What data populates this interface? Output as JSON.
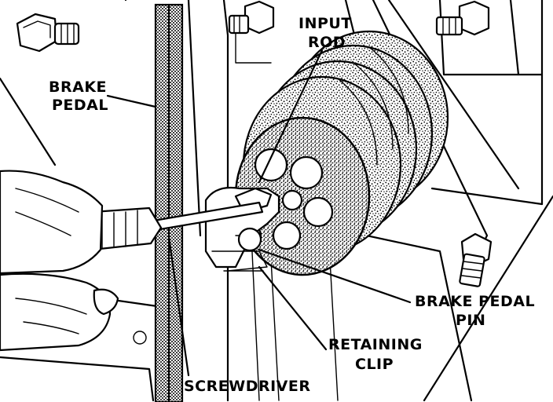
{
  "labels": {
    "brake_pedal_line1": "BRAKE",
    "brake_pedal_line2": "PEDAL",
    "input_rod_line1": "INPUT",
    "input_rod_line2": "ROD",
    "brake_pedal_pin_line1": "BRAKE PEDAL",
    "brake_pedal_pin_line2": "PIN",
    "retaining_clip_line1": "RETAINING",
    "retaining_clip_line2": "CLIP",
    "screwdriver": "SCREWDRIVER"
  },
  "colors": {
    "ink": "#000000",
    "paper": "#ffffff",
    "stipple": "#000000"
  }
}
